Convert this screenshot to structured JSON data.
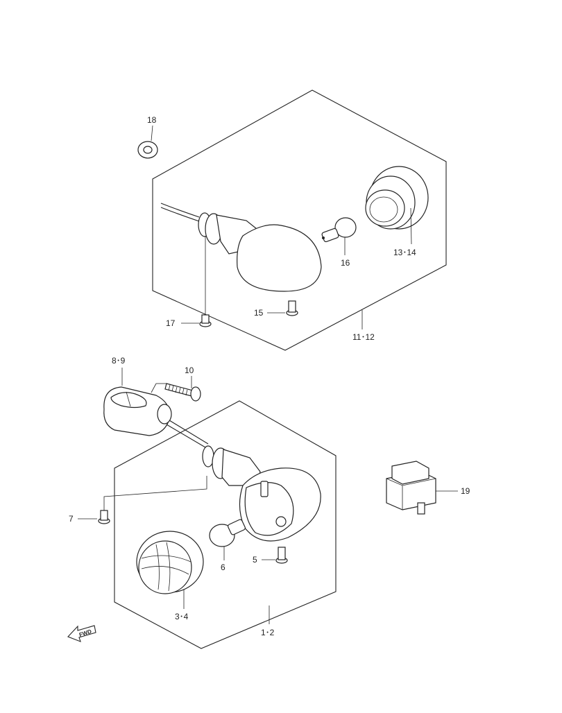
{
  "diagram": {
    "callouts": {
      "c18": "18",
      "c13_14": "13･14",
      "c16": "16",
      "c17": "17",
      "c15": "15",
      "c11_12": "11･12",
      "c8_9": "8･9",
      "c10": "10",
      "c19": "19",
      "c7": "7",
      "c5": "5",
      "c6": "6",
      "c3_4": "3･4",
      "c1_2": "1･2"
    },
    "fwd_label": "FWD"
  }
}
